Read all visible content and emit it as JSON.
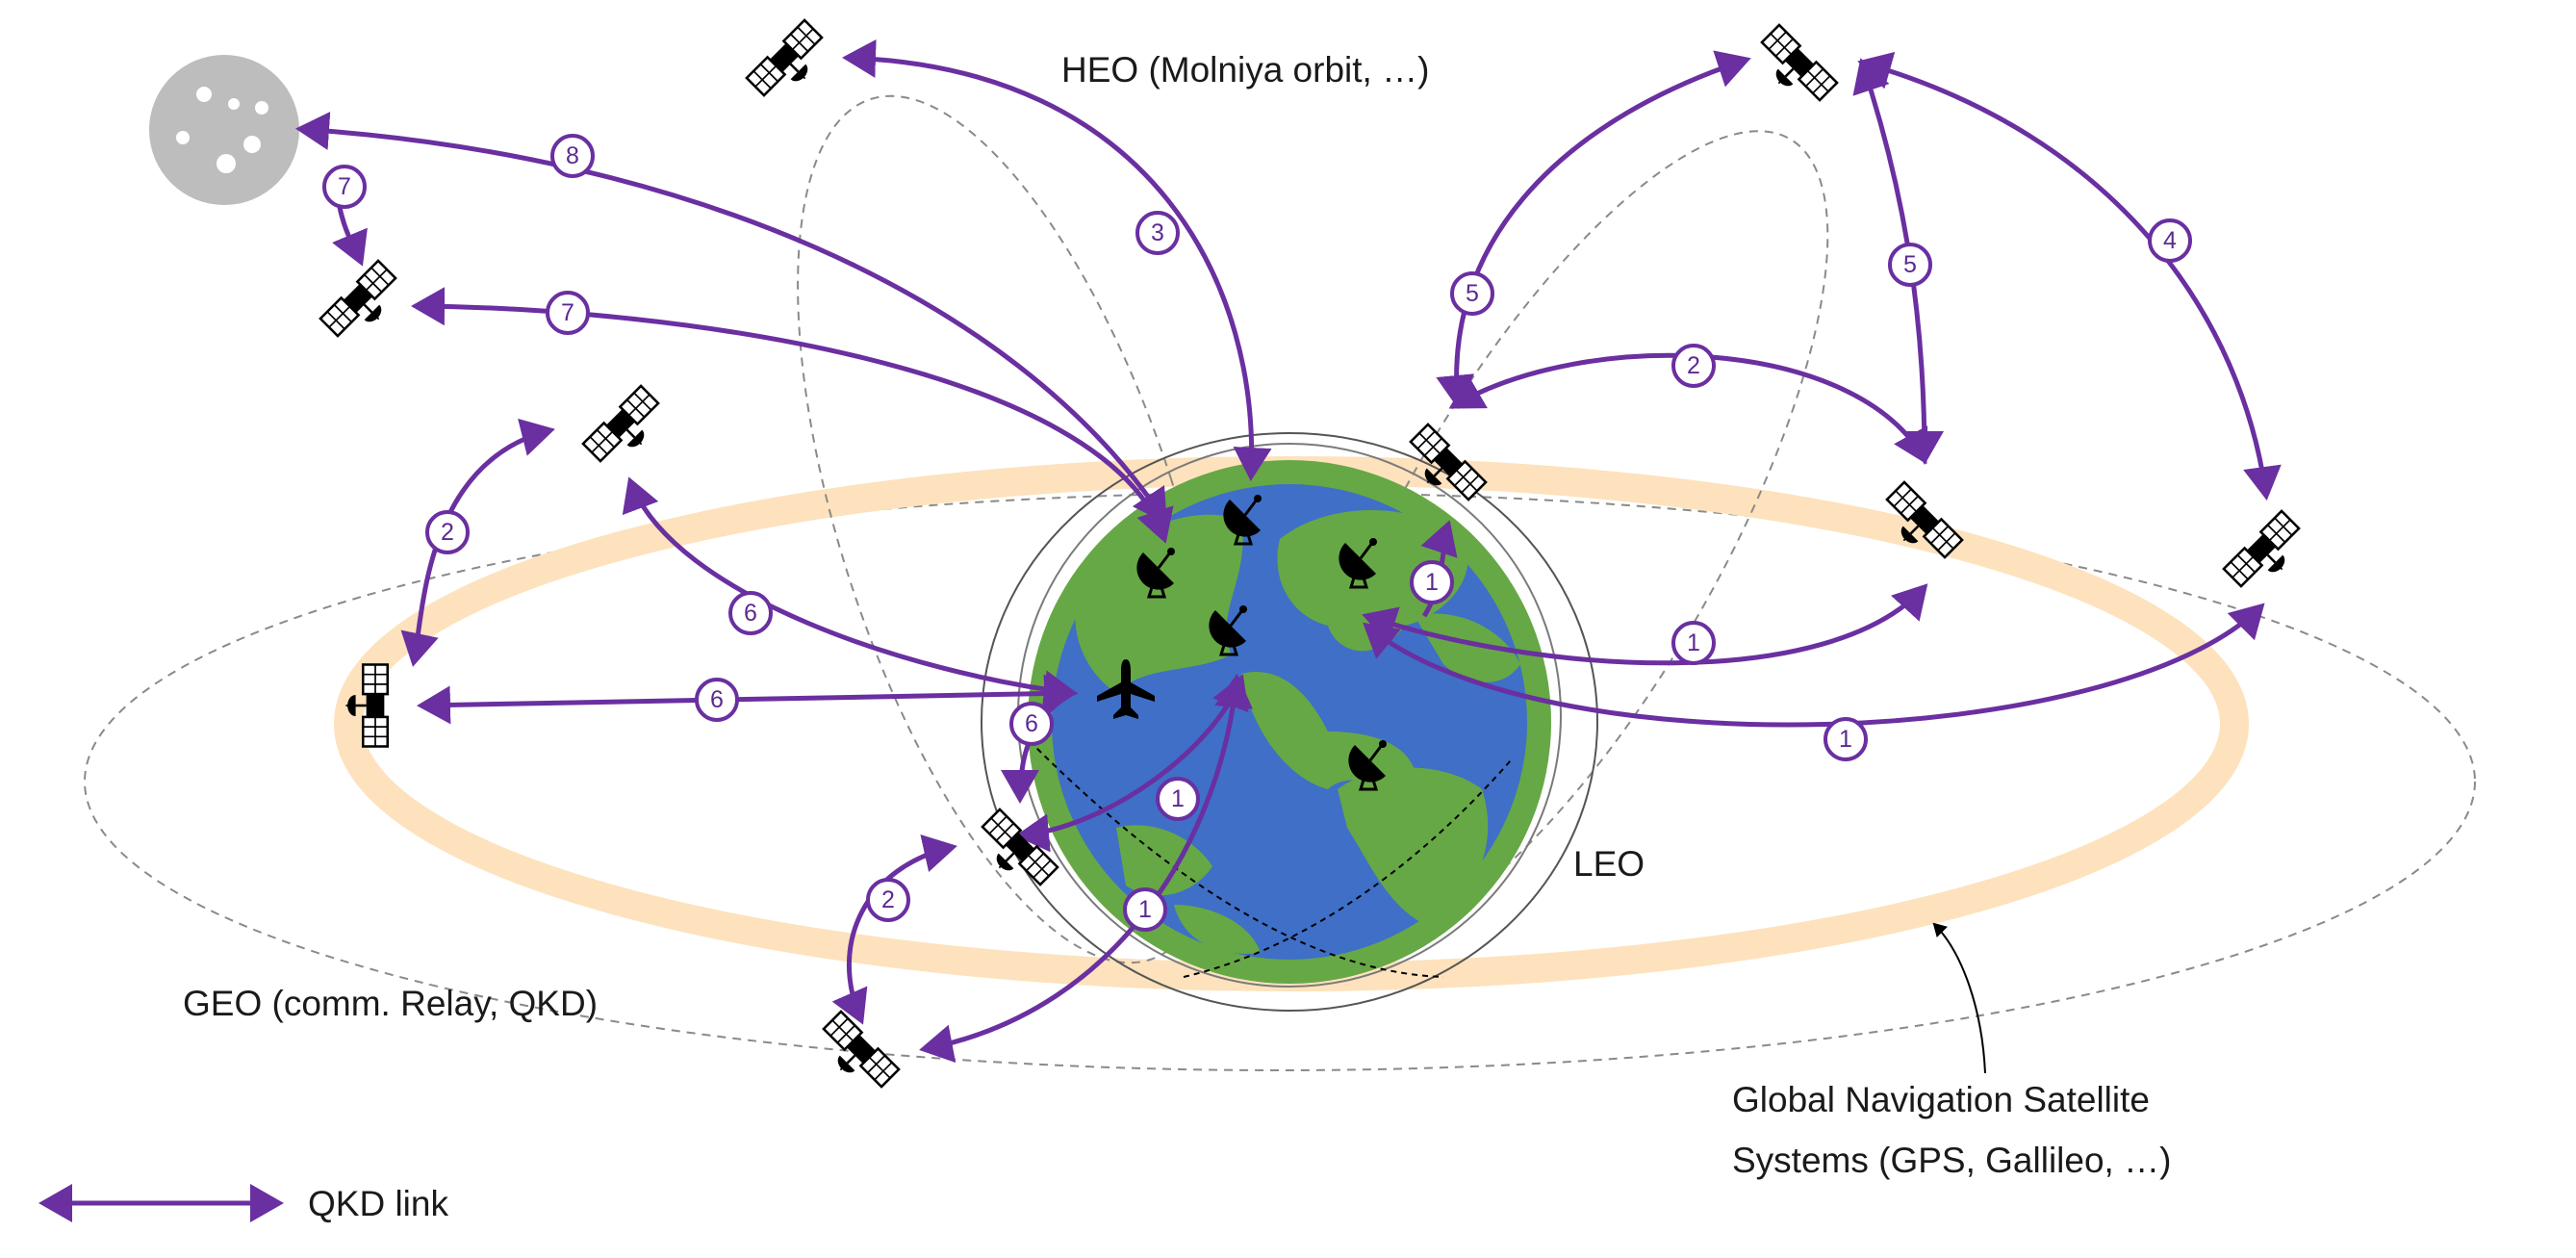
{
  "labels": {
    "heo": "HEO (Molniya orbit, …)",
    "geo": "GEO (comm. Relay, QKD)",
    "leo": "LEO",
    "gnss_line1": "Global Navigation Satellite",
    "gnss_line2": "Systems (GPS, Gallileo, …)"
  },
  "legend": {
    "label": "QKD link"
  },
  "link_numbers": {
    "n1": "1",
    "n2": "2",
    "n3": "3",
    "n4": "4",
    "n5": "5",
    "n6": "6",
    "n7": "7",
    "n8": "8"
  },
  "colors": {
    "link": "#6a2fa0",
    "ocean": "#3f6fc7",
    "land": "#66a845",
    "gnss_band": "#fde2bd",
    "moon": "#bdbdbd",
    "orbit": "#8a8a8a"
  }
}
